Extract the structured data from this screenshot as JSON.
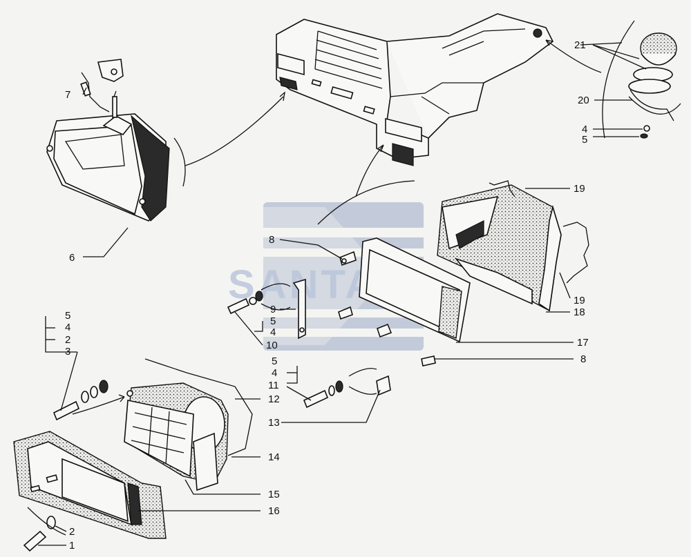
{
  "watermark": {
    "text": "SANTA"
  },
  "callouts": {
    "c1": "1",
    "c2a": "2",
    "c2b": "2",
    "c3": "3",
    "c4a": "4",
    "c4b": "4",
    "c4c": "4",
    "c4d": "4",
    "c5a": "5",
    "c5b": "5",
    "c5c": "5",
    "c5d": "5",
    "c6": "6",
    "c7": "7",
    "c8a": "8",
    "c8b": "8",
    "c9": "9",
    "c10": "10",
    "c11": "11",
    "c12": "12",
    "c13": "13",
    "c14": "14",
    "c15": "15",
    "c16": "16",
    "c17": "17",
    "c18": "18",
    "c19a": "19",
    "c19b": "19",
    "c20": "20",
    "c21": "21"
  }
}
